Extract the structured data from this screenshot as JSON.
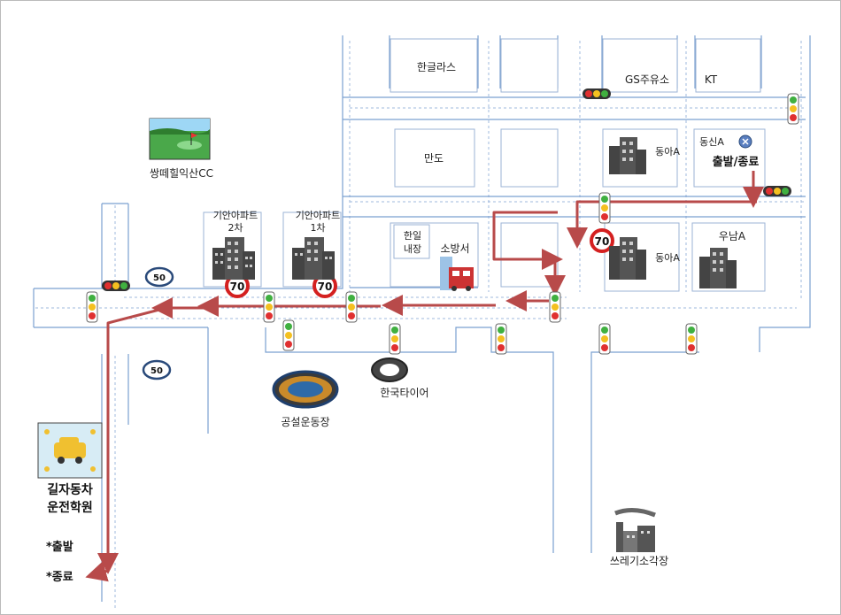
{
  "places": {
    "hangeulras": "한글라스",
    "gs": "GS주유소",
    "kt": "KT",
    "mando": "만도",
    "donga1": "동아A",
    "dongshin": "동신A",
    "start_end": "출발/종료",
    "donga2": "동아A",
    "wunam": "우남A",
    "hanil_1": "한일",
    "hanil_2": "내장",
    "firestation": "소방서",
    "kia2_1": "기안아파트",
    "kia2_2": "2차",
    "kia1_1": "기안아파트",
    "kia1_2": "1차",
    "golf": "쌍떼힐익산CC",
    "stadium": "공설운동장",
    "tire": "한국타이어",
    "school_1": "길자동차",
    "school_2": "운전학원",
    "start_note": "*출발",
    "end_note": "*종료",
    "incinerator": "쓰레기소각장"
  },
  "speed_limits": {
    "kia2": "70",
    "kia1": "70",
    "donga": "70"
  },
  "road_signs": {
    "sign_top": "50",
    "sign_bottom": "50"
  },
  "colors": {
    "route": "#b84a4a",
    "road": "#7aa0d0",
    "speed_ring": "#d42020"
  }
}
